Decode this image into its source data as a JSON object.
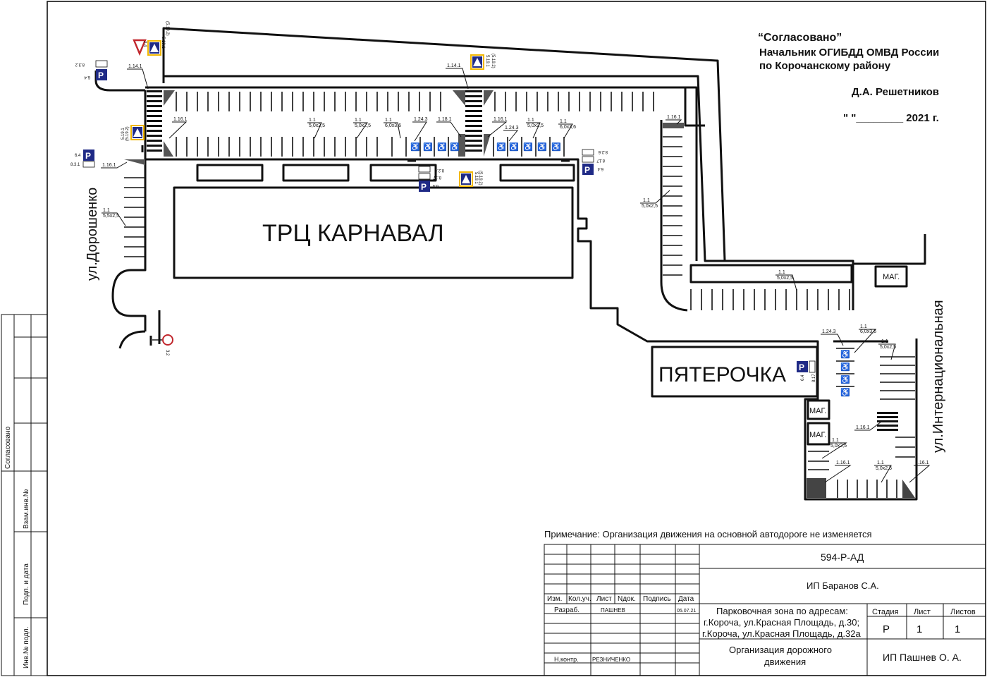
{
  "approval": {
    "title": "“Согласовано”",
    "line1": "Начальник ОГИБДД ОМВД России",
    "line2": "по Корочанскому району",
    "signer": "Д.А. Решетников",
    "date": "\"   \"________ 2021 г."
  },
  "labels": {
    "mall": "ТРЦ КАРНАВАЛ",
    "store": "ПЯТЕРОЧКА",
    "street_left": "ул.Дорошенко",
    "street_right": "ул.Интернациональная",
    "shop": "МАГ.",
    "parking_letter": "P"
  },
  "markings": {
    "m1_1": "1.1",
    "m1_14_1": "1.14.1",
    "m1_16_1": "1.16.1",
    "m1_18_1": "1.18.1",
    "m1_24_3": "1.24.3",
    "s5x25": "5,0x2,5",
    "s55x25": "5,5x2,5",
    "s6x36": "6,0x3,6"
  },
  "signs": {
    "s2_4": "2.4",
    "s3_2": "3.2",
    "s5_19_1": "5.19.1",
    "s5_19_2": "(5.19.2)",
    "s6_4": "6.4",
    "s8_3_1": "8.3.1",
    "s8_3_2": "8.3.2",
    "s8_17": "8.17",
    "s8_2_6": "8.2.6"
  },
  "side_stamp": {
    "agreed": "Согласовано",
    "inv_exchange": "Взам.инв.№",
    "sign_date": "Подп. и дата",
    "inv_orig": "Инв.№ подл."
  },
  "note": "Примечание: Организация движения на основной автодороге не изменяется",
  "title_block": {
    "code": "594-Р-АД",
    "customer": "ИП Баранов С.А.",
    "headers": [
      "Изм.",
      "Кол.уч.",
      "Лист",
      "Nдок.",
      "Подпись",
      "Дата"
    ],
    "developer_role": "Разраб.",
    "developer_name": "ПАШНЕВ",
    "developer_date": "05.07.21",
    "control_role": "Н.контр.",
    "control_name": "РЕЗНИЧЕНКО",
    "object_line1": "Парковочная зона по адресам:",
    "object_line2": "г.Короча, ул.Красная Площадь, д.30;",
    "object_line3": "г.Короча, ул.Красная Площадь, д.32а",
    "stage_header": "Стадия",
    "sheet_header": "Лист",
    "sheets_header": "Листов",
    "stage": "Р",
    "sheet": "1",
    "sheets": "1",
    "doc_line1": "Организация дорожного",
    "doc_line2": "движения",
    "company": "ИП Пашнев О. А."
  }
}
